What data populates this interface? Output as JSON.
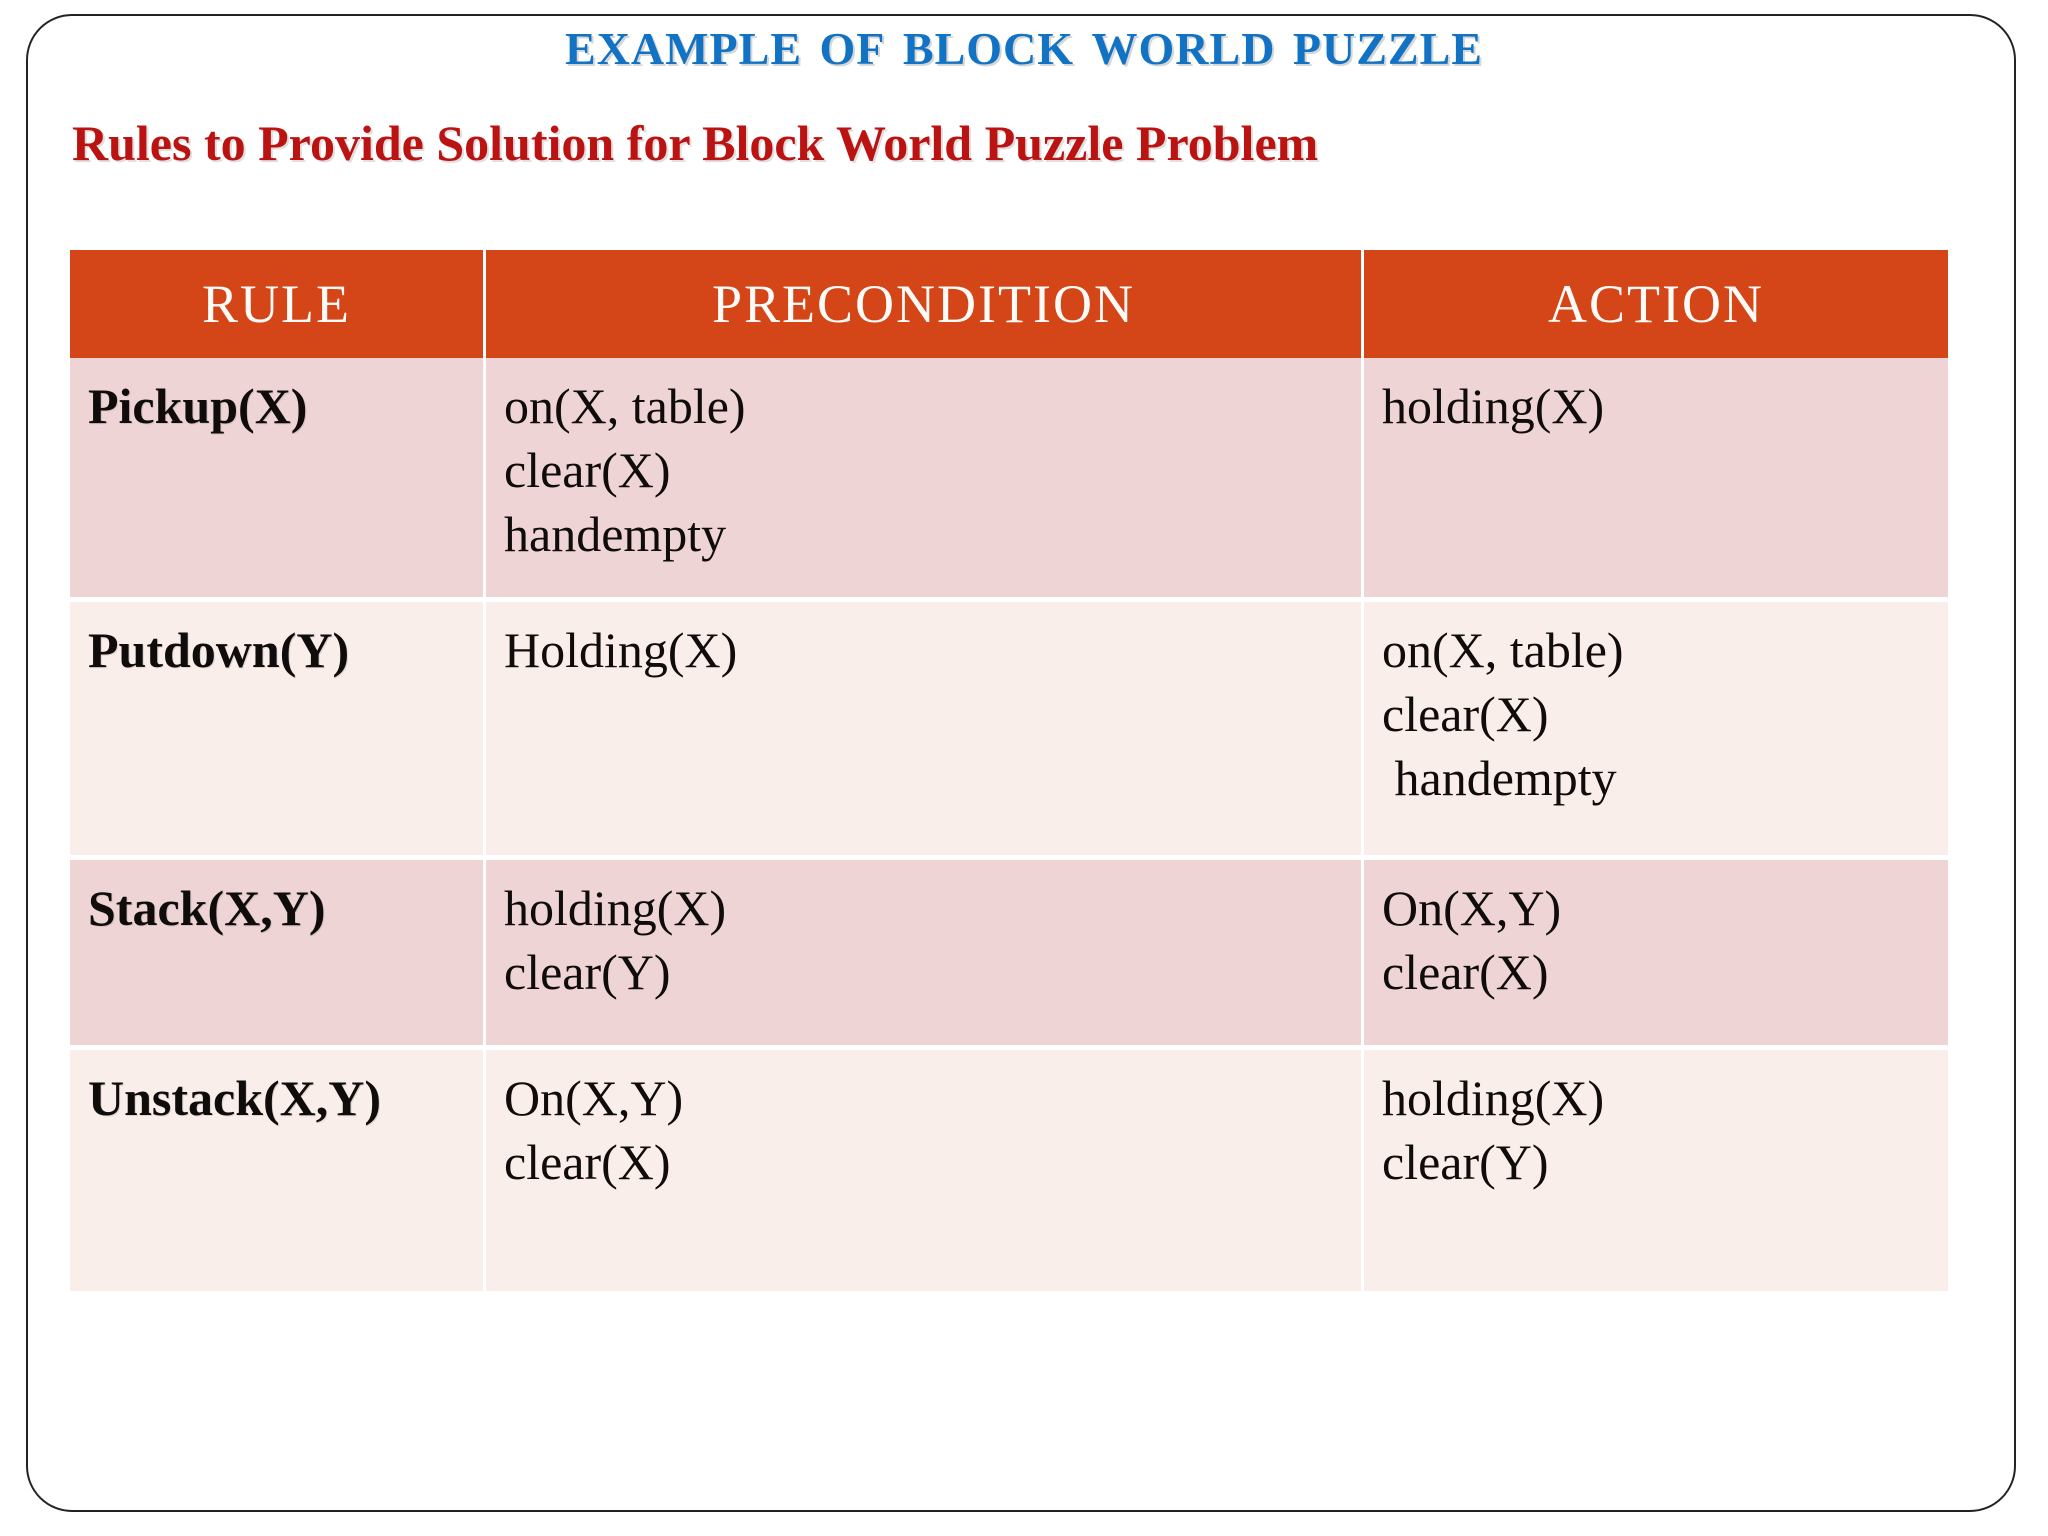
{
  "slide": {
    "title": "Example of block world puzzle",
    "subtitle": "Rules to Provide Solution for Block World Puzzle Problem"
  },
  "colors": {
    "title_blue": "#1272C4",
    "subtitle_red": "#BB1212",
    "header_orange": "#D44518",
    "rule_green": "#14A84E",
    "row_shade_dark": "#EED4D4",
    "row_shade_light": "#FAEEEA",
    "frame_border": "#232323",
    "header_text": "#FDFBF7",
    "body_text": "#100C0C"
  },
  "table": {
    "headers": [
      "RULE",
      "PRECONDITION",
      "ACTION"
    ],
    "rows": [
      {
        "rule": "Pickup(X)",
        "precondition": [
          "on(X, table)",
          "clear(X)",
          "handempty"
        ],
        "action": [
          "holding(X)"
        ]
      },
      {
        "rule": "Putdown(Y)",
        "precondition": [
          "Holding(X)"
        ],
        "action": [
          "on(X, table)",
          "clear(X)",
          " handempty"
        ]
      },
      {
        "rule": "Stack(X,Y)",
        "precondition": [
          "holding(X)",
          "clear(Y)"
        ],
        "action": [
          "On(X,Y)",
          "clear(X)"
        ]
      },
      {
        "rule": "Unstack(X,Y)",
        "precondition": [
          "On(X,Y)",
          "clear(X)"
        ],
        "action": [
          "holding(X)",
          "clear(Y)"
        ]
      }
    ]
  }
}
